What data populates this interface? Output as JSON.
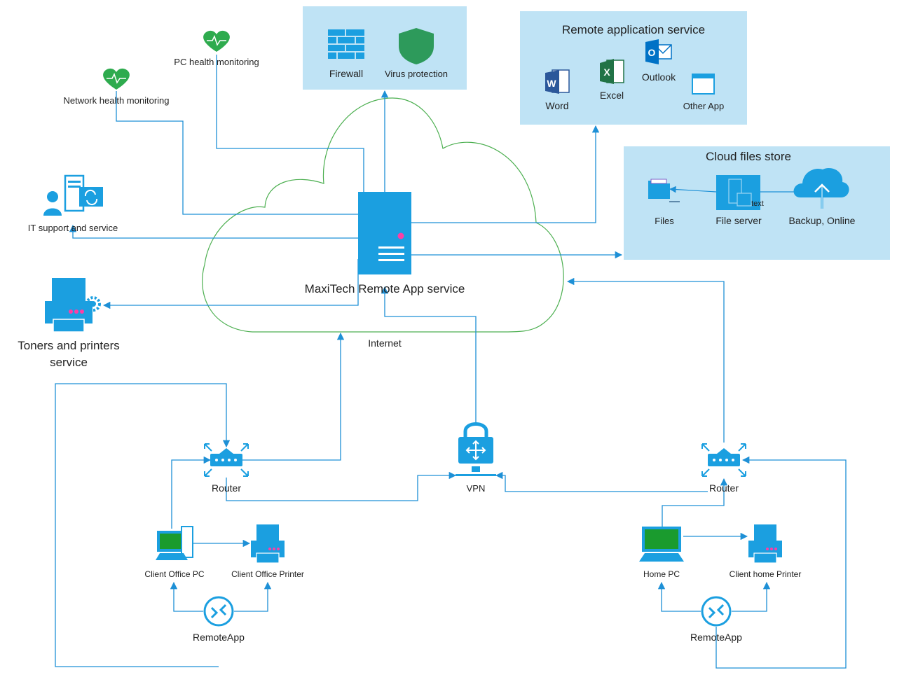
{
  "cloud": {
    "service_label": "MaxiTech Remote App service",
    "internet_label": "Internet"
  },
  "security": {
    "firewall_label": "Firewall",
    "virus_label": "Virus protection"
  },
  "remote_apps": {
    "title": "Remote application service",
    "word_label": "Word",
    "excel_label": "Excel",
    "outlook_label": "Outlook",
    "other_label": "Other App"
  },
  "cloud_files": {
    "title": "Cloud files store",
    "files_label": "Files",
    "file_server_label": "File server",
    "file_server_tag": "text",
    "backup_label": "Backup, Online"
  },
  "monitoring": {
    "pc_health_label": "PC health monitoring",
    "network_health_label": "Network health monitoring",
    "it_support_label": "IT support and service"
  },
  "printers_service": {
    "line1": "Toners and printers",
    "line2": "service"
  },
  "office": {
    "router_label": "Router",
    "pc_label": "Client Office PC",
    "printer_label": "Client Office Printer",
    "remoteapp_label": "RemoteApp"
  },
  "vpn": {
    "label": "VPN"
  },
  "home": {
    "router_label": "Router",
    "pc_label": "Home PC",
    "printer_label": "Client home Printer",
    "remoteapp_label": "RemoteApp"
  },
  "colors": {
    "accent_blue": "#1b9fe0",
    "panel_bg": "#bfe3f5",
    "cloud_outline": "#4caf50",
    "health_green": "#2eab4e",
    "screen_green": "#1a9b2e"
  }
}
